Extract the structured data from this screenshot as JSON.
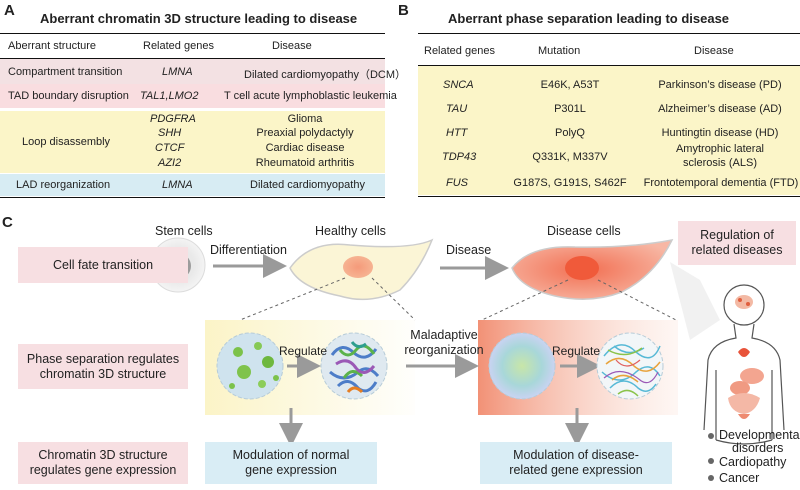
{
  "panel_a": {
    "letter": "A",
    "title": "Aberrant chromatin 3D structure leading to disease",
    "headers": [
      "Aberrant structure",
      "Related genes",
      "Disease"
    ],
    "rows": [
      {
        "structure": "Compartment transition",
        "genes": [
          "LMNA"
        ],
        "diseases": [
          "Dilated cardiomyopathy（DCM）"
        ],
        "color": "#f3e1e3"
      },
      {
        "structure": "TAD boundary disruption",
        "genes": [
          "TAL1,LMO2"
        ],
        "diseases": [
          "T cell acute lymphoblastic leukemia"
        ],
        "color": "#f9dde0"
      },
      {
        "structure": "Loop disassembly",
        "genes": [
          "PDGFRA",
          "SHH",
          "CTCF",
          "AZI2"
        ],
        "diseases": [
          "Glioma",
          "Preaxial polydactyly",
          "Cardiac disease",
          "Rheumatoid arthritis"
        ],
        "color": "#fbf5c8"
      },
      {
        "structure": "LAD reorganization",
        "genes": [
          "LMNA"
        ],
        "diseases": [
          "Dilated cardiomyopathy"
        ],
        "color": "#d7ecf3"
      }
    ]
  },
  "panel_b": {
    "letter": "B",
    "title": "Aberrant phase separation leading to disease",
    "headers": [
      "Related genes",
      "Mutation",
      "Disease"
    ],
    "rows": [
      {
        "gene": "SNCA",
        "mutation": "E46K, A53T",
        "disease": [
          "Parkinson’s disease (PD)"
        ]
      },
      {
        "gene": "TAU",
        "mutation": "P301L",
        "disease": [
          "Alzheimer’s disease (AD)"
        ]
      },
      {
        "gene": "HTT",
        "mutation": "PolyQ",
        "disease": [
          "Huntingtin disease (HD)"
        ]
      },
      {
        "gene": "TDP43",
        "mutation": "Q331K, M337V",
        "disease": [
          "Amytrophic lateral",
          "sclerosis (ALS)"
        ]
      },
      {
        "gene": "FUS",
        "mutation": "G187S, G191S, S462F",
        "disease": [
          "Frontotemporal dementia (FTD)"
        ]
      }
    ],
    "band_color": "#fbf5c8"
  },
  "panel_c": {
    "letter": "C",
    "row_labels": {
      "cell_fate": "Cell fate transition",
      "phase_sep": [
        "Phase separation regulates",
        "chromatin 3D structure"
      ],
      "chromatin": [
        "Chromatin 3D structure",
        "regulates gene expression"
      ]
    },
    "stem_cells": "Stem cells",
    "differentiation": "Differentiation",
    "healthy_cells": "Healthy cells",
    "disease_arrow": "Disease",
    "disease_cells": "Disease cells",
    "regulation_box": [
      "Regulation of",
      "related diseases"
    ],
    "regulate_1": "Regulate",
    "regulate_2": "Regulate",
    "maladaptive": [
      "Maladaptive",
      "reorganization"
    ],
    "normal_box": [
      "Modulation of normal",
      "gene expression"
    ],
    "disease_box": [
      "Modulation of disease-",
      "related gene expression"
    ],
    "diseases": [
      "Developmental",
      "disorders",
      "Cardiopathy",
      "Cancer"
    ]
  },
  "colors": {
    "pink_box": "#f7dfe2",
    "blue_box": "#d9edf5",
    "arrow": "#9a9a9a",
    "healthy_fill": "#fbf6d8",
    "disease_fill": "#f08a6e"
  }
}
